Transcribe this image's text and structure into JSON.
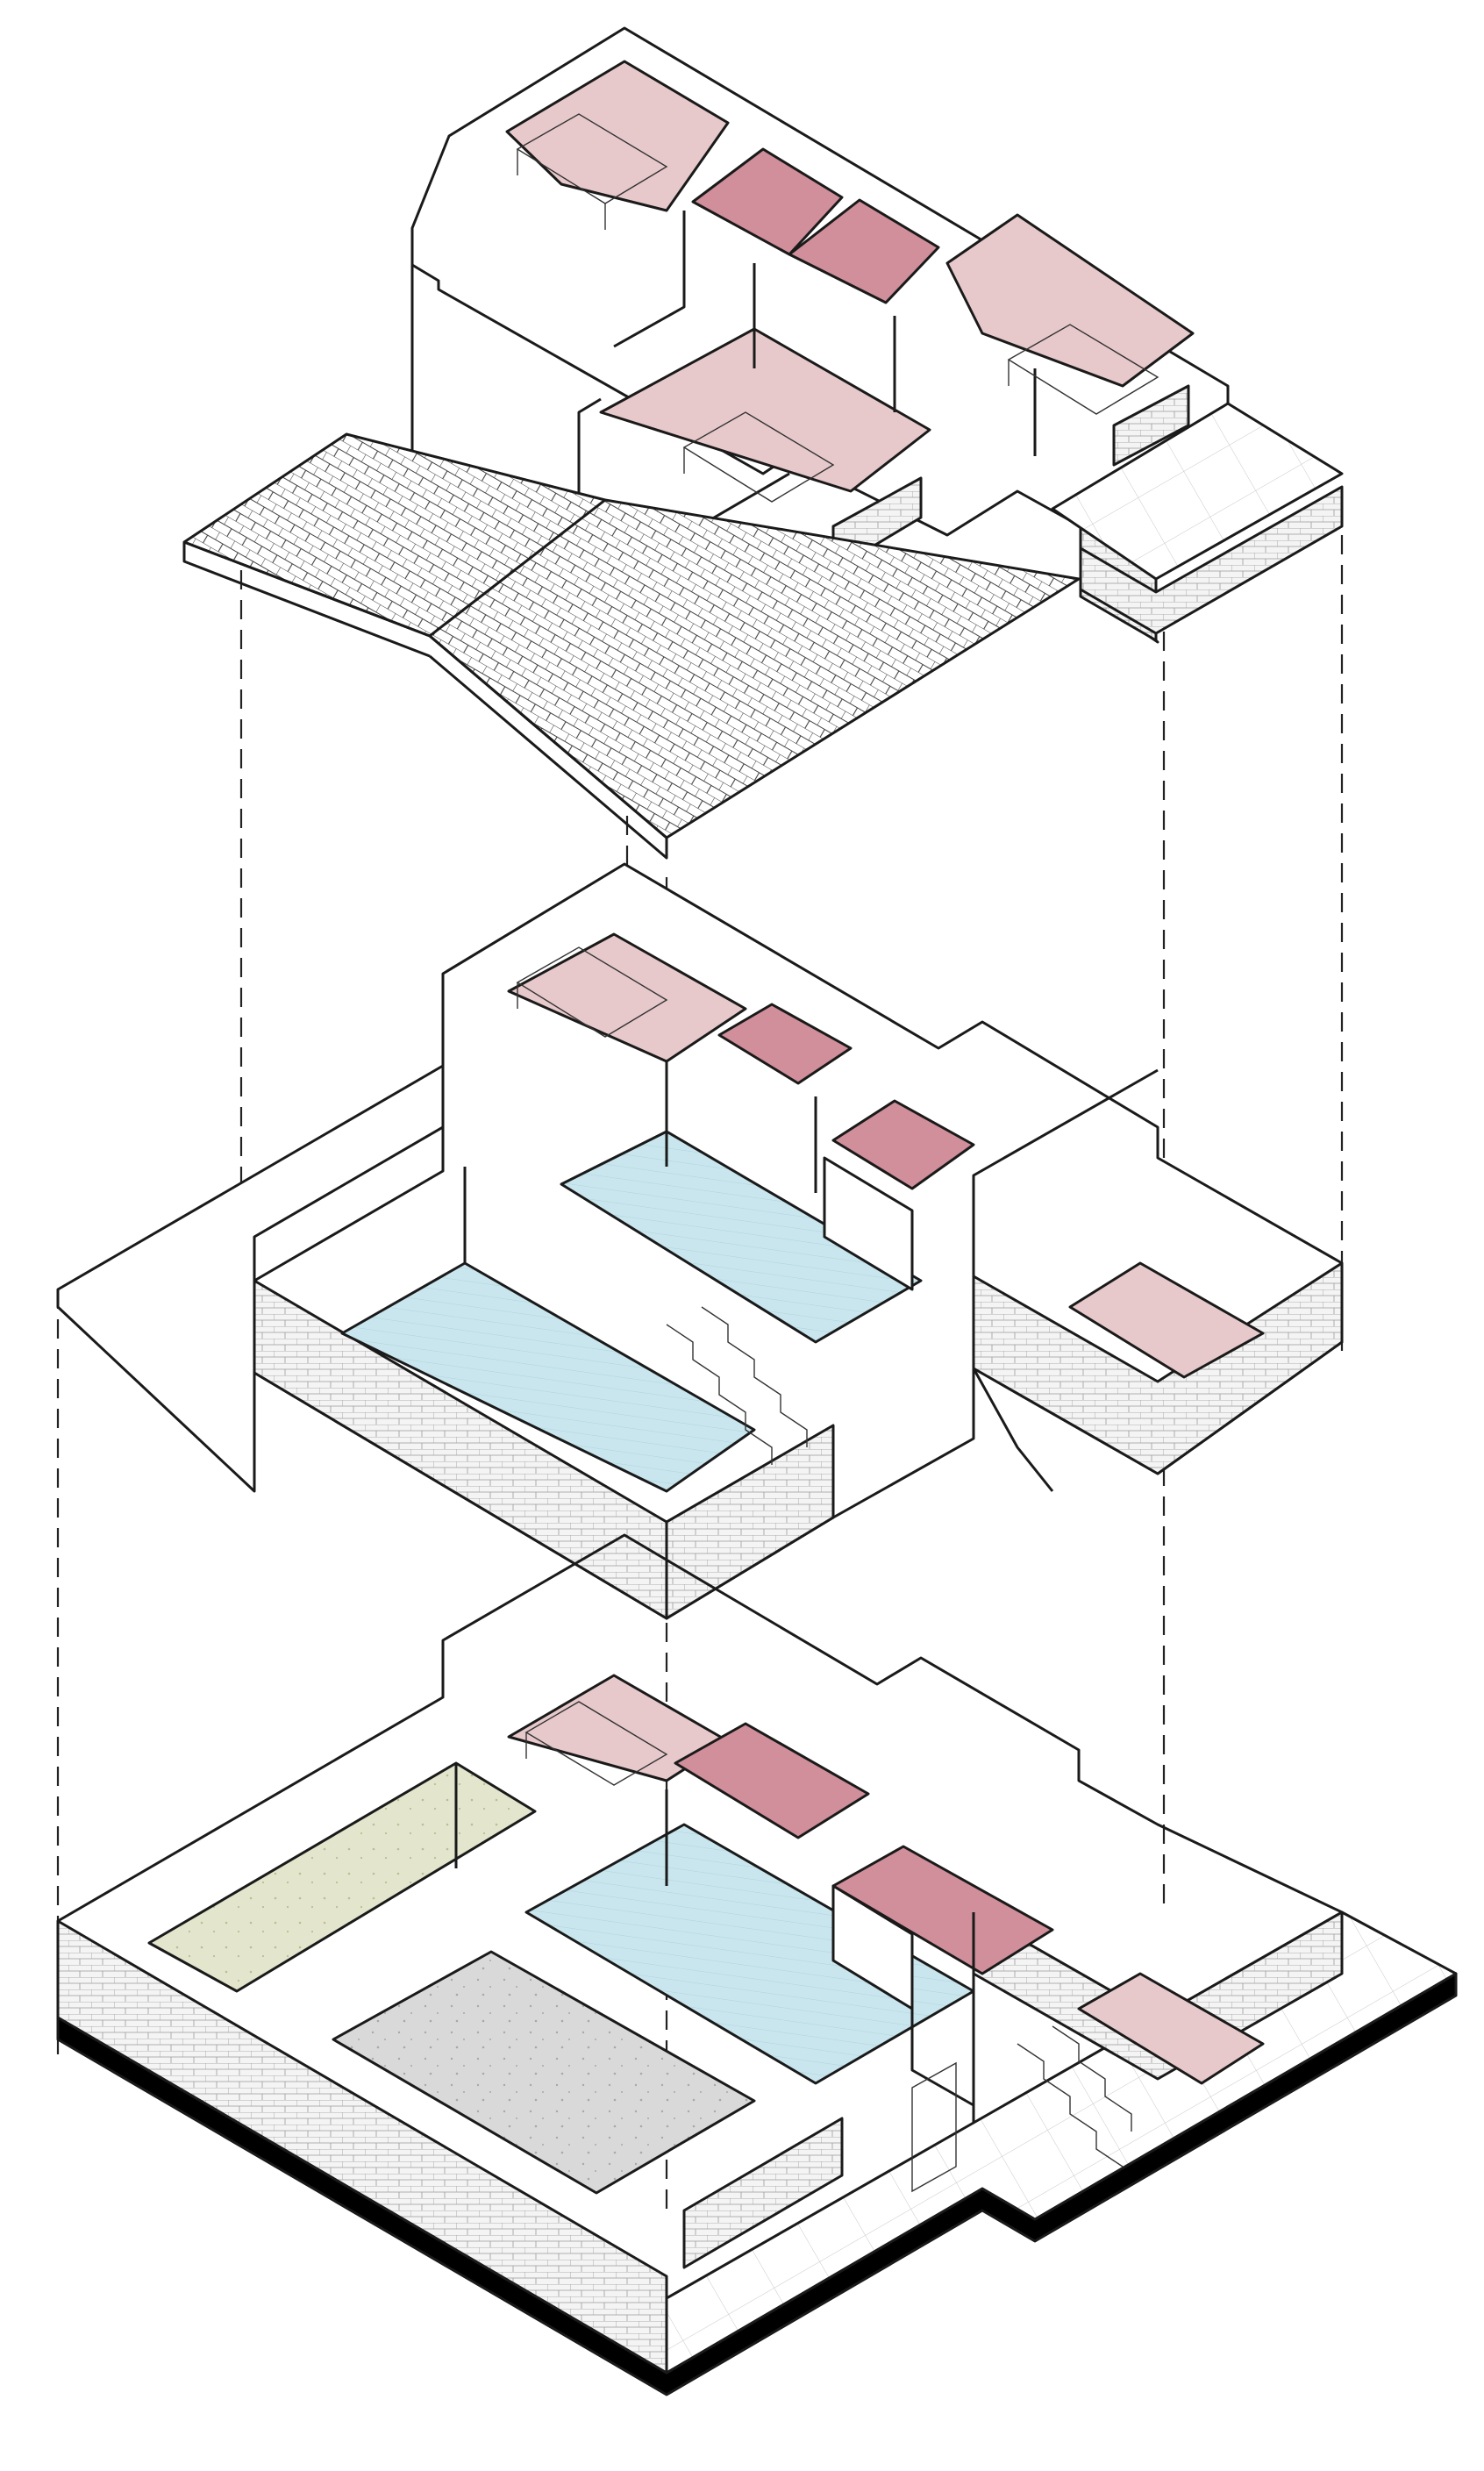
{
  "colors": {
    "background": "#ffffff",
    "line": "#1a1a1a",
    "bedroom_fill": "#e8c9cb",
    "wet_area_fill": "#d08f9a",
    "living_floor_fill": "#c9e6ee",
    "garden_fill": "#e3e6cc",
    "garage_floor_fill": "#d9d9d9",
    "brick_fill": "#f4f4f4",
    "base_slab": "#000000"
  },
  "levels": [
    {
      "id": "upper",
      "order": 3,
      "roof": "tiled-gable"
    },
    {
      "id": "middle",
      "order": 2
    },
    {
      "id": "ground",
      "order": 1
    }
  ],
  "icons": [
    "bed-icon",
    "toilet-icon",
    "sink-icon",
    "stair-icon",
    "door-icon",
    "window-icon"
  ]
}
